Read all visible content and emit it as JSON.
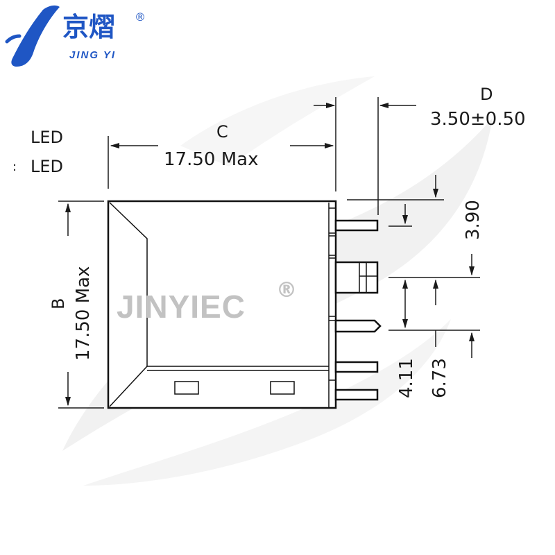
{
  "logo": {
    "cn_text": "京熠",
    "reg_mark": "®",
    "en_text": "JING YI",
    "color": "#1f56c4"
  },
  "watermark": {
    "text": "JINYIEC",
    "reg_mark": "®",
    "color": "#c2c2c2"
  },
  "side_labels": [
    "LED",
    "LED"
  ],
  "dimensions": {
    "c": {
      "letter": "C",
      "value": "17.50  Max"
    },
    "d": {
      "letter": "D",
      "value": "3.50±0.50"
    },
    "b": {
      "letter": "B",
      "value": "17.50  Max"
    },
    "pin_top": {
      "value": "3.90"
    },
    "pin_mid": {
      "value": "4.11"
    },
    "pin_low": {
      "value": "6.73"
    }
  }
}
